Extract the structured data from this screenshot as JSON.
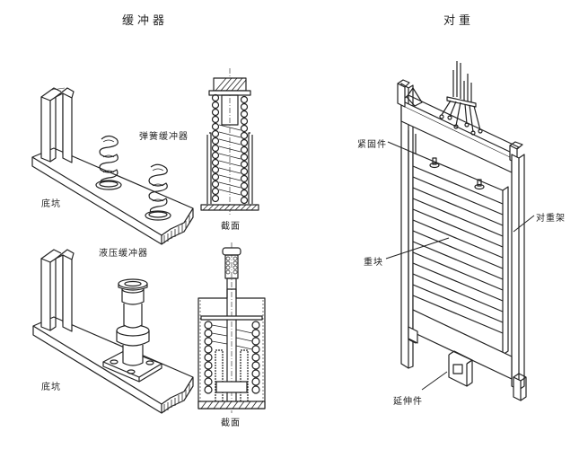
{
  "titles": {
    "buffer": "缓冲器",
    "counterweight": "对重"
  },
  "labels": {
    "spring_buffer": "弹簧缓冲器",
    "pit_top": "底坑",
    "section_top": "截面",
    "hydraulic_buffer": "液压缓冲器",
    "pit_bottom": "底坑",
    "section_bottom": "截面",
    "fastener": "紧固件",
    "counterweight_frame": "对重架",
    "weight_block": "重块",
    "extension": "延伸件"
  },
  "colors": {
    "line": "#222222",
    "background": "#ffffff"
  }
}
